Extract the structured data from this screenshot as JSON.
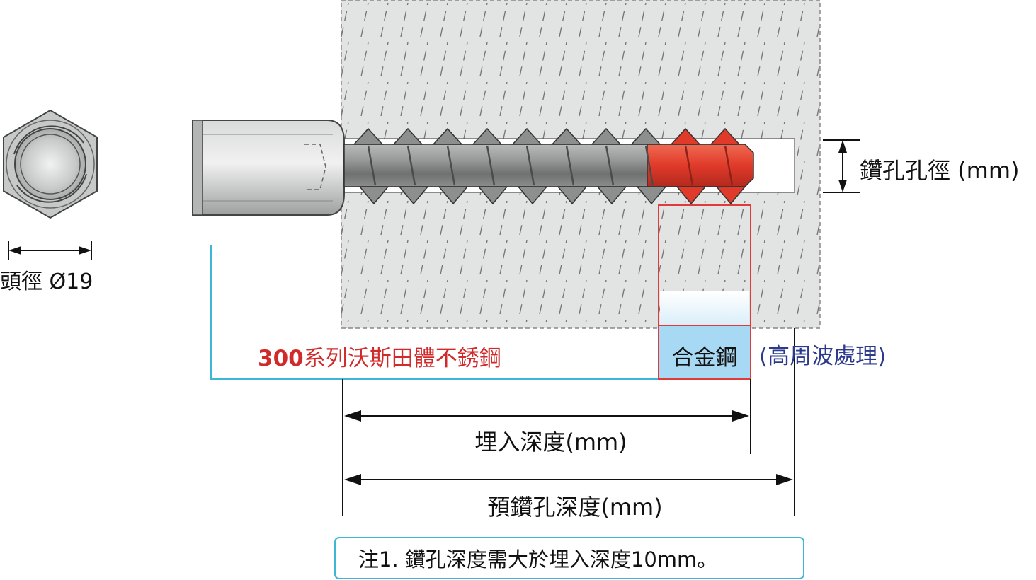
{
  "labels": {
    "head_diameter": "頭徑 Ø19",
    "drill_diameter": "鑽孔孔徑 (mm)",
    "stainless_prefix": "300",
    "stainless_text": "系列沃斯田體不銹鋼",
    "alloy_steel": "合金鋼",
    "induction": "(高周波處理)",
    "embed_depth": "埋入深度(mm)",
    "predrill_depth": "預鑽孔深度(mm)",
    "note": "注1. 鑽孔深度需大於埋入深度10mm。"
  },
  "colors": {
    "concrete": "#e2e3e3",
    "steel": "#8a8c8c",
    "alloy_tip": "#e03a2a",
    "stainless_label": "#d12a2a",
    "induction_label": "#2b3a8c",
    "cyan_line": "#3fb6d6",
    "red_line": "#e03a3a"
  },
  "icons": {
    "head_view": "hex-bolt-head-icon"
  }
}
